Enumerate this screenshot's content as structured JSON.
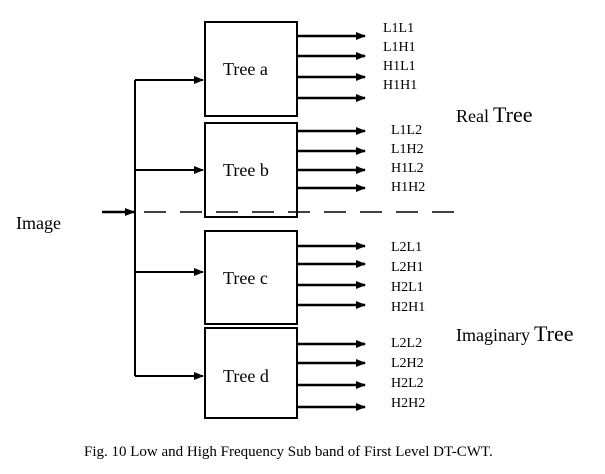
{
  "diagram": {
    "input_label": "Image",
    "trees": [
      {
        "name": "Tree a",
        "outputs": [
          "L1L1",
          "L1H1",
          "H1L1",
          "H1H1"
        ]
      },
      {
        "name": "Tree b",
        "outputs": [
          "L1L2",
          "L1H2",
          "H1L2",
          "H1H2"
        ]
      },
      {
        "name": "Tree c",
        "outputs": [
          "L2L1",
          "L2H1",
          "H2L1",
          "H2H1"
        ]
      },
      {
        "name": "Tree d",
        "outputs": [
          "L2L2",
          "L2H2",
          "H2L2",
          "H2H2"
        ]
      }
    ],
    "groups": [
      {
        "prefix": "Real",
        "word": "Tree"
      },
      {
        "prefix": "Imaginary",
        "word": "Tree"
      }
    ],
    "caption": "Fig.  10  Low and High Frequency Sub band of First Level DT-CWT."
  }
}
